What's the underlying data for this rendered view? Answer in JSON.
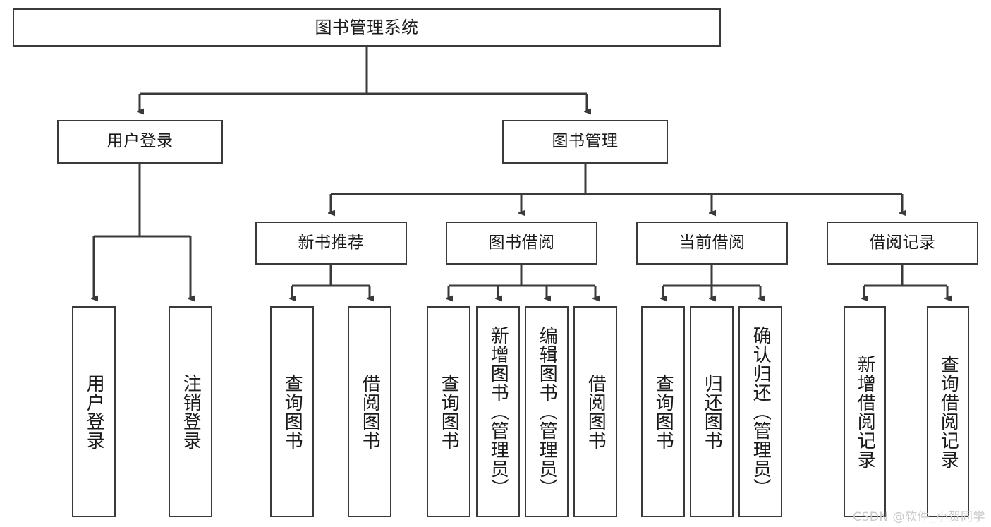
{
  "diagram": {
    "title": "图书管理系统",
    "type": "functional-structure-tree",
    "watermark": "CSDN @软件_小贺同学",
    "colors": {
      "node_border": "#3a3a3a",
      "node_fill": "#ffffff",
      "edge": "#3a3a3a",
      "text": "#1a1a1a",
      "watermark": "#c9c9c9"
    },
    "root": {
      "label": "图书管理系统"
    },
    "level2": [
      {
        "label": "用户登录"
      },
      {
        "label": "图书管理"
      }
    ],
    "level3": [
      {
        "label": "新书推荐"
      },
      {
        "label": "图书借阅"
      },
      {
        "label": "当前借阅"
      },
      {
        "label": "借阅记录"
      }
    ],
    "leaves": {
      "user_login": [
        {
          "label": "用户登录"
        },
        {
          "label": "注销登录"
        }
      ],
      "new_book_recommend": [
        {
          "label": "查询图书"
        },
        {
          "label": "借阅图书"
        }
      ],
      "book_borrow": [
        {
          "label": "查询图书"
        },
        {
          "label": "新增图书（管理员）"
        },
        {
          "label": "编辑图书（管理员）"
        },
        {
          "label": "借阅图书"
        }
      ],
      "current_borrow": [
        {
          "label": "查询图书"
        },
        {
          "label": "归还图书"
        },
        {
          "label": "确认归还（管理员）"
        }
      ],
      "borrow_record": [
        {
          "label": "新增借阅记录"
        },
        {
          "label": "查询借阅记录"
        }
      ]
    }
  }
}
